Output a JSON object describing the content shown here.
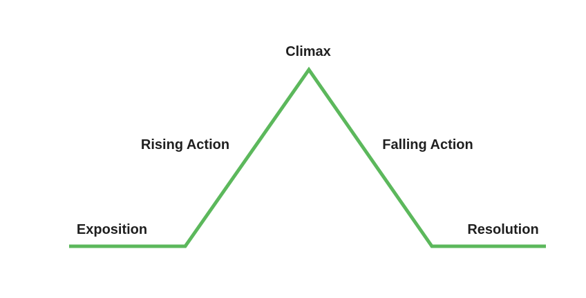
{
  "diagram": {
    "labels": {
      "climax": "Climax",
      "rising_action": "Rising Action",
      "falling_action": "Falling Action",
      "exposition": "Exposition",
      "resolution": "Resolution"
    },
    "colors": {
      "line": "#5CB85C",
      "text": "#1F1F1F"
    }
  }
}
